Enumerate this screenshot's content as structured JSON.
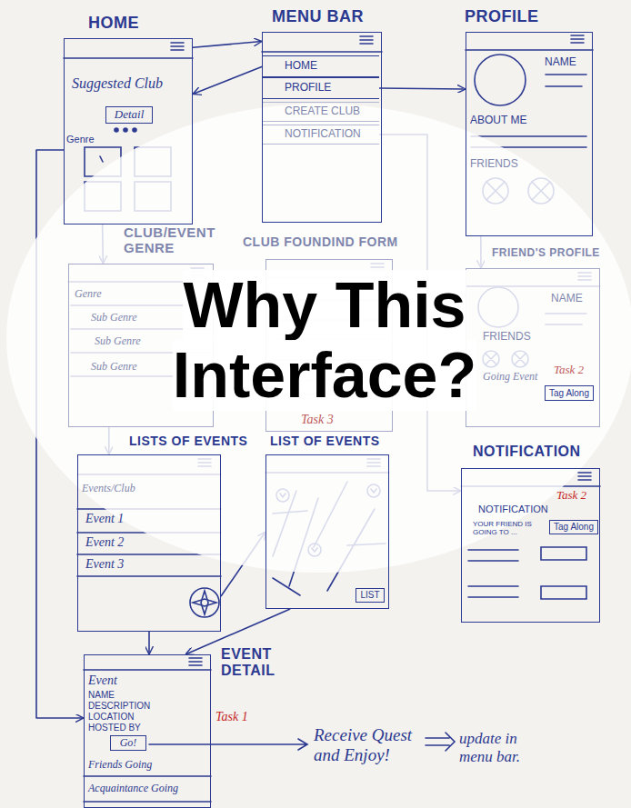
{
  "diagram": {
    "title": "Why This Interface?",
    "nodes": [
      {
        "text": [
          "HOME",
          "Suggested Club",
          "Genre"
        ]
      },
      {
        "text": [
          "Detail"
        ],
        "in": 0
      },
      {
        "text": [
          "MENU BAR"
        ]
      },
      {
        "text": [
          "HOME"
        ],
        "in": 2
      },
      {
        "text": [
          "PROFILE"
        ],
        "in": 2
      },
      {
        "text": [
          "CREATE CLUB"
        ],
        "in": 2
      },
      {
        "text": [
          "NOTIFICATION"
        ],
        "in": 2
      },
      {
        "text": [
          "PROFILE",
          "NAME",
          "ABOUT ME",
          "FRIENDS"
        ]
      },
      {
        "text": [
          "CLUB/EVENT GENRE",
          "Genre",
          "Sub Genre",
          "Sub Genre",
          "Sub Genre"
        ]
      },
      {
        "text": [
          "CLUB FOUNDIND FORM",
          "Task 3"
        ]
      },
      {
        "text": [
          "FRIEND'S PROFILE",
          "NAME",
          "FRIENDS",
          "Going Event",
          "Task 2"
        ]
      },
      {
        "text": [
          "Tag Along"
        ],
        "in": 10
      },
      {
        "text": [
          "LISTS OF EVENTS",
          "Events/Club",
          "Event 1",
          "Event 2",
          "Event 3"
        ]
      },
      {
        "text": [
          "LIST OF EVENTS"
        ]
      },
      {
        "text": [
          "LIST"
        ],
        "in": 13
      },
      {
        "text": [
          "NOTIFICATION",
          "NOTIFICATION",
          "Task 2",
          "YOUR FRIEND IS GOING TO ..."
        ]
      },
      {
        "text": [
          "Tag Along"
        ],
        "in": 15
      },
      {
        "text": [
          "EVENT DETAIL",
          "Event",
          "NAME",
          "DESCRIPTION",
          "LOCATION",
          "HOSTED BY",
          "Friends Going",
          "Acquaintance Going",
          "Task 1"
        ]
      },
      {
        "text": [
          "Go!"
        ],
        "in": 17
      }
    ],
    "edges": [
      {
        "from": 0,
        "to": 2,
        "arrow": "to"
      },
      {
        "from": 3,
        "to": 0,
        "arrow": "to"
      },
      {
        "from": 4,
        "to": 7,
        "arrow": "to"
      },
      {
        "from": 6,
        "to": 15,
        "arrow": "to"
      },
      {
        "from": 7,
        "to": 10,
        "arrow": "to"
      },
      {
        "from": 0,
        "to": 8,
        "arrow": "to"
      },
      {
        "from": 0,
        "to": 17,
        "arrow": "to"
      },
      {
        "from": 8,
        "to": 12,
        "arrow": "to"
      },
      {
        "from": 12,
        "to": 17,
        "arrow": "to"
      },
      {
        "from": 12,
        "to": 13,
        "arrow": "to"
      },
      {
        "from": 13,
        "to": 17,
        "arrow": "to"
      }
    ],
    "labels": [
      "Receive Quest and Enjoy!",
      "update in menu bar."
    ]
  }
}
